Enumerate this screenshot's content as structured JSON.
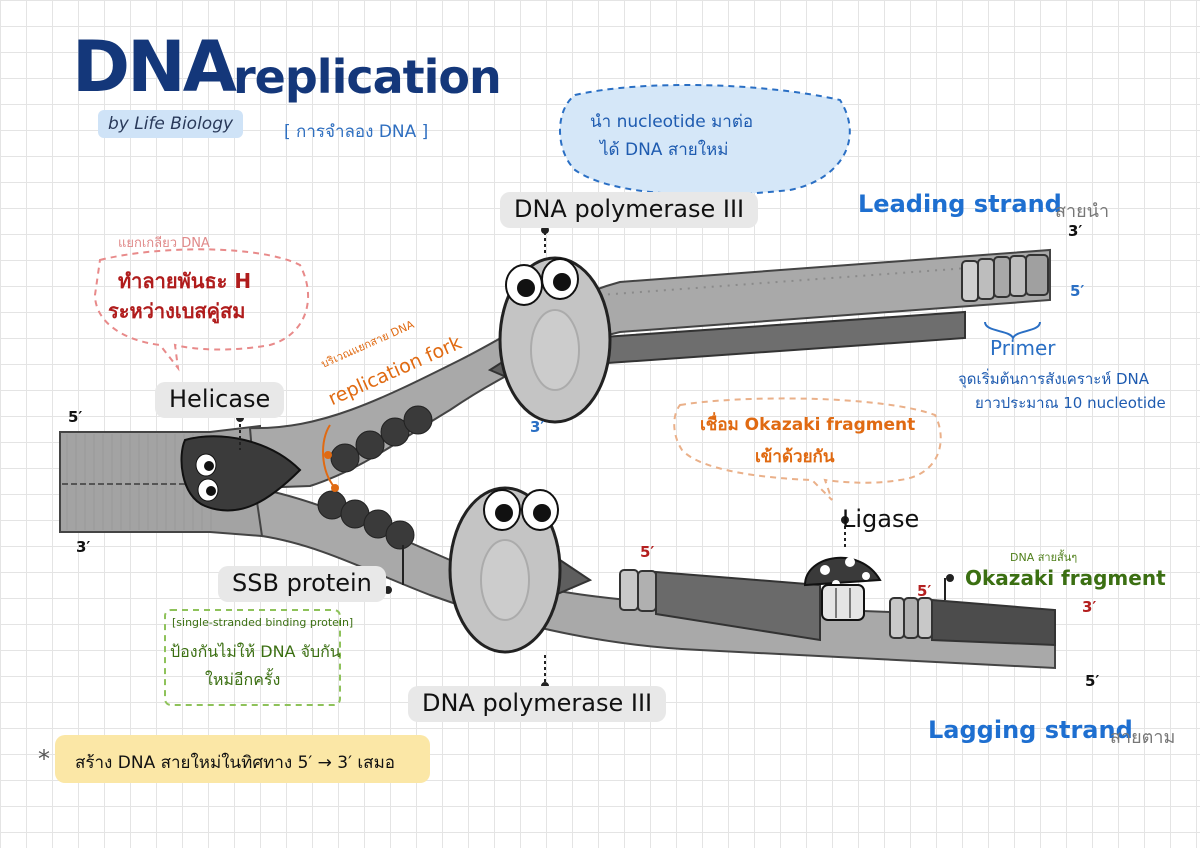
{
  "title": {
    "main": "DNA",
    "sub": "replication",
    "byline": "by Life Biology",
    "thai_subtitle": "[ การจำลอง DNA ]"
  },
  "labels": {
    "dna_pol_top": "DNA polymerase III",
    "dna_pol_bottom": "DNA polymerase III",
    "helicase": "Helicase",
    "ssb": "SSB protein",
    "ligase": "Ligase",
    "okazaki": "Okazaki fragment",
    "primer": "Primer",
    "leading": "Leading strand",
    "leading_thai": "สายนำ",
    "lagging": "Lagging strand",
    "lagging_thai": "สายตาม",
    "replication_fork": "replication fork",
    "replication_fork_thai": "บริเวณแยกสาย DNA"
  },
  "annotations": {
    "polymerase_note_1": "นำ nucleotide มาต่อ",
    "polymerase_note_2": "ได้ DNA สายใหม่",
    "helicase_small": "แยกเกลียว DNA",
    "helicase_note_1": "ทำลายพันธะ H",
    "helicase_note_2": "ระหว่างเบสคู่สม",
    "primer_note_1": "จุดเริ่มต้นการสังเคราะห์ DNA",
    "primer_note_2": "ยาวประมาณ 10 nucleotide",
    "ligase_note_1": "เชื่อม Okazaki fragment",
    "ligase_note_2": "เข้าด้วยกัน",
    "ssb_full": "[single-stranded binding protein]",
    "ssb_note_1": "ป้องกันไม่ให้ DNA จับกัน",
    "ssb_note_2": "ใหม่อีกครั้ง",
    "okazaki_small": "DNA สายสั้นๆ",
    "footer_star": "*",
    "footer": "สร้าง DNA สายใหม่ในทิศทาง 5′ → 3′ เสมอ"
  },
  "ends": {
    "left_top": "5′",
    "left_bottom": "3′",
    "leading_top": "3′",
    "leading_bottom": "5′",
    "pol_top_3": "3′",
    "lagging_5": "5′",
    "lagging_fragment_5": "5′",
    "lagging_top_3": "3′",
    "lagging_bottom_5": "5′"
  },
  "colors": {
    "title_navy": "#14377a",
    "blue": "#1e6fd0",
    "red": "#b01c1c",
    "orange": "#e06a12",
    "green": "#3b6f12",
    "strand_light": "#a8a8a8",
    "strand_dark": "#6a6a6a"
  }
}
